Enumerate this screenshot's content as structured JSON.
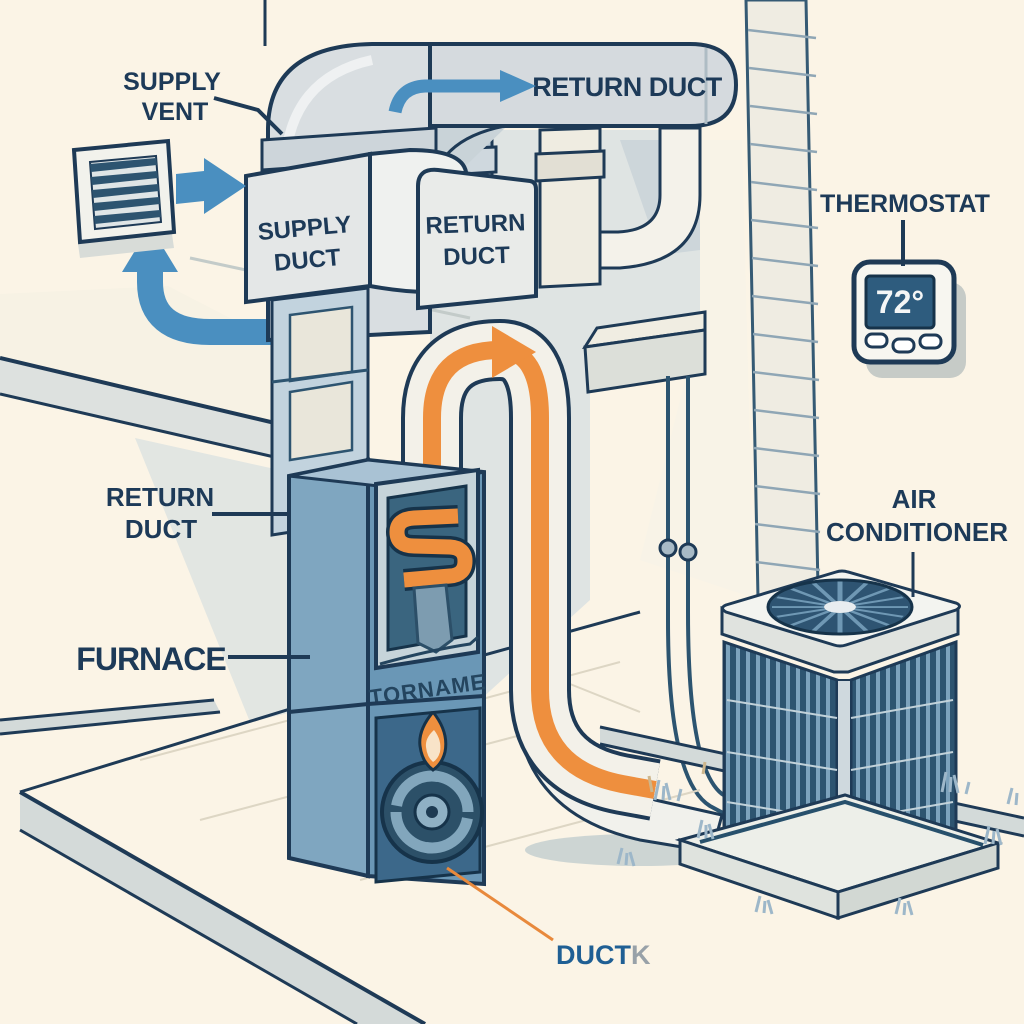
{
  "title": "HVAC system airflow diagram",
  "colors": {
    "background": "#fbf4e6",
    "outline_navy": "#1e3a56",
    "label_text": "#1d3a58",
    "arrow_blue": "#4a8fc0",
    "flow_orange": "#ee8f3e",
    "duct_gray": "#d8dde0",
    "furnace_blue": "#7fa6c0",
    "thermostat_screen": "#2e5c7e",
    "ac_fin_dark": "#2d5470",
    "duct_bottom_main_color": "#1f5f94",
    "duct_bottom_suffix_color": "#98a1a8"
  },
  "labels": {
    "supply_vent": {
      "line1": "SUPPLY",
      "line2": "VENT"
    },
    "return_duct_top": "RETURN DUCT",
    "supply_duct_plenum": {
      "line1": "SUPPLY",
      "line2": "DUCT"
    },
    "return_duct_plenum": {
      "line1": "RETURN",
      "line2": "DUCT"
    },
    "return_duct_side": {
      "line1": "RETURN",
      "line2": "DUCT"
    },
    "furnace": "FURNACE",
    "furnace_badge": "TORNAME",
    "duct_bottom": {
      "main": "DUCT",
      "suffix": "K"
    },
    "thermostat": "THERMOSTAT",
    "air_conditioner": {
      "line1": "AIR",
      "line2": "CONDITIONER"
    }
  },
  "thermostat": {
    "temperature": "72°"
  }
}
